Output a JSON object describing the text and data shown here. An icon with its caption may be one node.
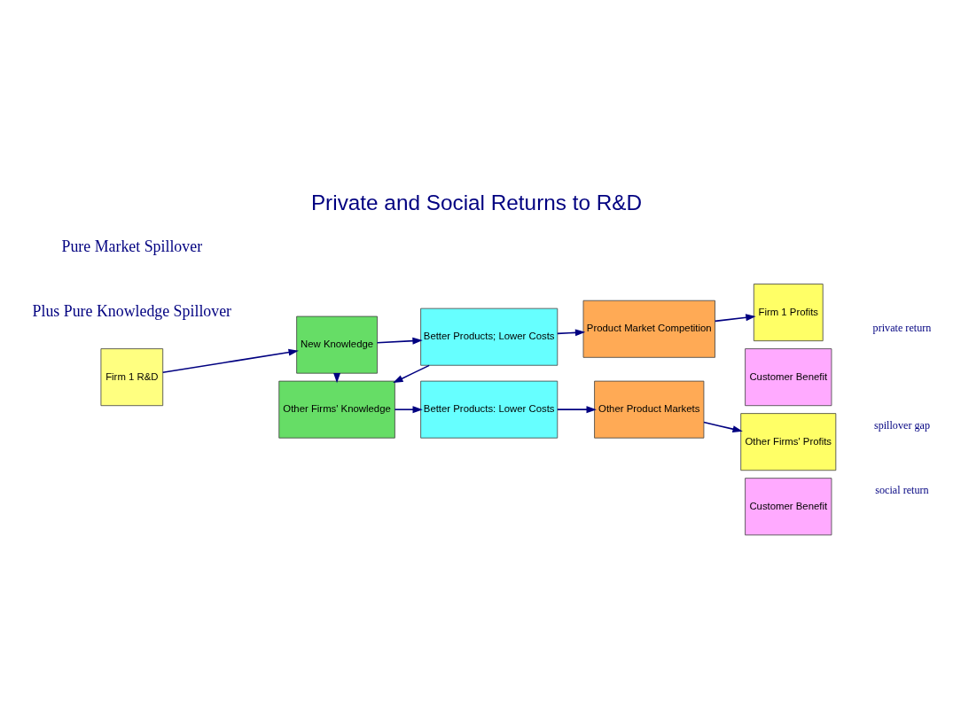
{
  "diagram": {
    "title": "Private and Social Returns to R&D",
    "nodes": [
      {
        "text": [
          "Firm 1 R&D"
        ]
      },
      {
        "text": [
          "New Knowledge"
        ]
      },
      {
        "text": [
          "Better Products; Lower Costs"
        ]
      },
      {
        "text": [
          "Product Market Competition"
        ]
      },
      {
        "text": [
          "Firm 1 Profits"
        ]
      },
      {
        "text": [
          "Customer Benefit"
        ]
      },
      {
        "text": [
          "Other Firms' Knowledge"
        ]
      },
      {
        "text": [
          "Better Products: Lower Costs"
        ]
      },
      {
        "text": [
          "Other Product Markets"
        ]
      },
      {
        "text": [
          "Other Firms' Profits"
        ]
      },
      {
        "text": [
          "Customer Benefit"
        ]
      }
    ],
    "edges": [
      {
        "from": 0,
        "to": 1,
        "arrow": "to"
      },
      {
        "from": 1,
        "to": 2,
        "arrow": "to"
      },
      {
        "from": 2,
        "to": 3,
        "arrow": "to"
      },
      {
        "from": 3,
        "to": 4,
        "arrow": "to"
      },
      {
        "from": 1,
        "to": 6,
        "arrow": "to"
      },
      {
        "from": 2,
        "to": 6,
        "arrow": "to"
      },
      {
        "from": 6,
        "to": 7,
        "arrow": "to"
      },
      {
        "from": 7,
        "to": 8,
        "arrow": "to"
      },
      {
        "from": 8,
        "to": 9,
        "arrow": "to"
      }
    ],
    "labels": [
      "Pure Market Spillover",
      "Plus Pure Knowledge Spillover",
      "private return",
      "spillover gap",
      "social return"
    ]
  }
}
